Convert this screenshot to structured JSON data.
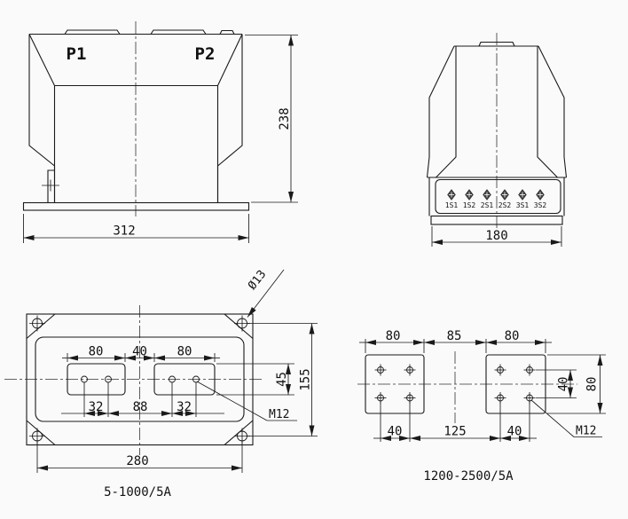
{
  "drawing": {
    "colors": {
      "background": "#fafafa",
      "ink": "#1a1a1a"
    },
    "front_view": {
      "p1": "P1",
      "p2": "P2",
      "height": "238",
      "width": "312"
    },
    "side_view": {
      "width": "180",
      "terminals": [
        "1S1",
        "1S2",
        "2S1",
        "2S2",
        "3S1",
        "3S2"
      ]
    },
    "plan_small": {
      "pad_w_left": "80",
      "gap": "40",
      "pad_w_right": "80",
      "pitch_left": "32",
      "span_mid": "88",
      "pitch_right": "32",
      "pad_h": "45",
      "holes_v": "155",
      "holes_h": "280",
      "hole_dia": "Ø13",
      "thread": "M12",
      "caption": "5-1000/5A"
    },
    "plan_large": {
      "pad_w_left": "80",
      "gap": "85",
      "pad_w_right": "80",
      "pitch_left": "40",
      "span_mid": "125",
      "pitch_right": "40",
      "pitch_v": "40",
      "pad_h": "80",
      "thread": "M12",
      "caption": "1200-2500/5A"
    }
  }
}
